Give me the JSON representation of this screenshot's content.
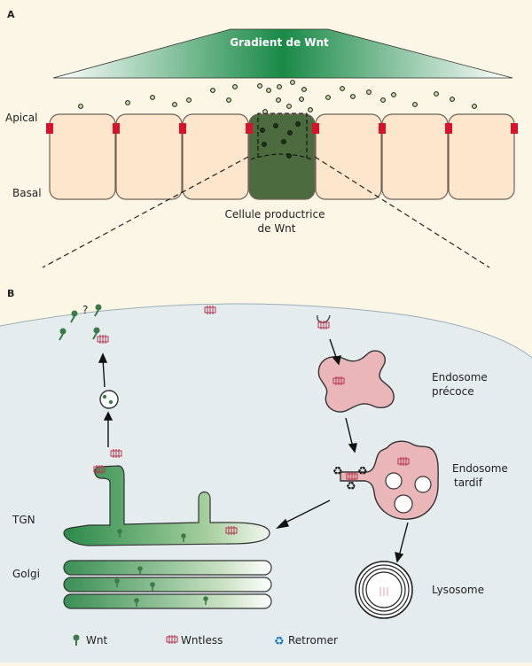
{
  "panel_a": {
    "letter": "A",
    "gradient_label": "Gradient de Wnt",
    "apical_label": "Apical",
    "basal_label": "Basal",
    "producer_label_line1": "Cellule productrice",
    "producer_label_line2": "de Wnt"
  },
  "panel_b": {
    "letter": "B",
    "question_mark": "?",
    "early_endosome_line1": "Endosome",
    "early_endosome_line2": "précoce",
    "late_endosome_line1": "Endosome",
    "late_endosome_line2": "tardif",
    "lysosome_label": "Lysosome",
    "tgn_label": "TGN",
    "golgi_label": "Golgi"
  },
  "legend": {
    "wnt_label": "Wnt",
    "wntless_label": "Wntless",
    "retromer_label": "Retromer"
  },
  "colors": {
    "background": "#fbf6e6",
    "cell_fill": "#fde6cc",
    "cell_stroke": "#6d6258",
    "producer_cell": "#4c6b3e",
    "junction": "#d7122a",
    "wnt_green": "#3c7a4a",
    "wntless_red": "#b3344e",
    "retromer_blue": "#1777c4",
    "endosome_fill": "#eab6b8",
    "cytoplasm": "#e4ecee"
  }
}
